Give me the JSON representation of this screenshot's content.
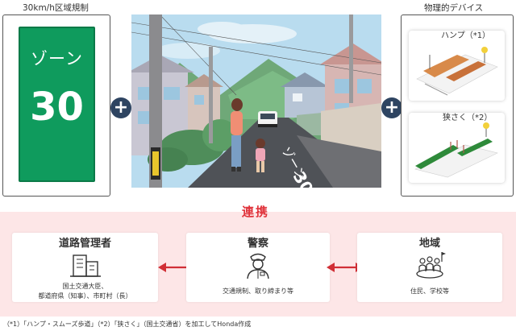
{
  "top": {
    "left_caption": "30km/h区域規制",
    "sign_top": "ゾーン",
    "sign_number": "30",
    "right_caption": "物理的デバイス",
    "hump_label": "ハンプ（*1）",
    "narrow_label": "狭さく（*2）",
    "road_marking": "ゾーン30"
  },
  "bottom": {
    "title": "連携",
    "cards": [
      {
        "title": "道路管理者",
        "line1": "国土交通大臣、",
        "line2": "都道府県（知事）、市町村（長）"
      },
      {
        "title": "警察",
        "line1": "交通規制、取り締まり等"
      },
      {
        "title": "地域",
        "line1": "住民、学校等"
      }
    ]
  },
  "footnote": "（*1）「ハンプ・スムーズ歩道」（*2）「狭さく」（国土交通省）を加工してHonda作成",
  "colors": {
    "sign_green": "#0f9b5d",
    "plus_navy": "#2e4461",
    "accent_red": "#e0333b",
    "band_pink": "#fde6e7"
  }
}
